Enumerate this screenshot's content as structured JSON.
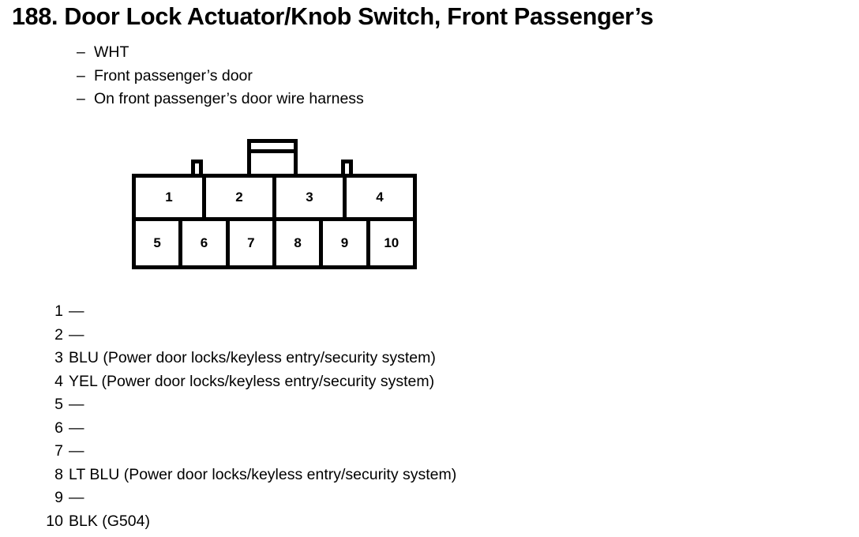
{
  "title": "188.  Door Lock Actuator/Knob Switch, Front Passenger’s",
  "description": {
    "dash": "–",
    "lines": [
      "WHT",
      "Front passenger’s door",
      "On front passenger’s door wire harness"
    ]
  },
  "connector": {
    "top_row": [
      "1",
      "2",
      "3",
      "4"
    ],
    "bottom_row": [
      "5",
      "6",
      "7",
      "8",
      "9",
      "10"
    ]
  },
  "pins": [
    {
      "num": "1",
      "desc": "—"
    },
    {
      "num": "2",
      "desc": "—"
    },
    {
      "num": "3",
      "desc": "BLU (Power door locks/keyless entry/security system)"
    },
    {
      "num": "4",
      "desc": "YEL (Power door locks/keyless entry/security system)"
    },
    {
      "num": "5",
      "desc": "—"
    },
    {
      "num": "6",
      "desc": "—"
    },
    {
      "num": "7",
      "desc": "—"
    },
    {
      "num": "8",
      "desc": "LT BLU (Power door locks/keyless entry/security system)"
    },
    {
      "num": "9",
      "desc": "—"
    },
    {
      "num": "10",
      "desc": "BLK (G504)"
    }
  ],
  "colors": {
    "ink": "#000000",
    "paper": "#ffffff"
  }
}
